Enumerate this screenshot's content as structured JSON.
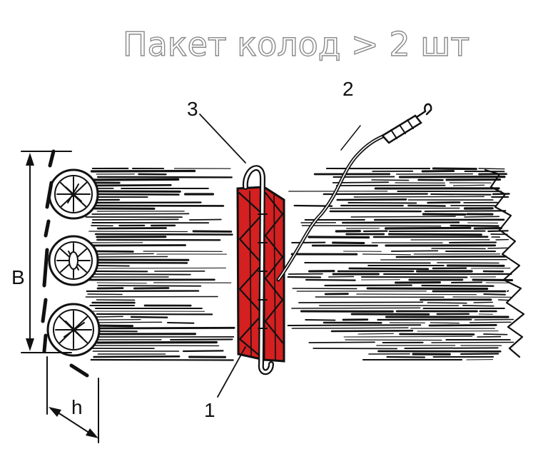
{
  "title": "Пакет колод > 2 шт",
  "labels": {
    "pad": "1",
    "chain": "2",
    "loop": "3",
    "width": "B",
    "height": "h"
  },
  "colors": {
    "pad_fill": "#d42020",
    "ink": "#111111",
    "title_outline": "#8a8a8a"
  }
}
